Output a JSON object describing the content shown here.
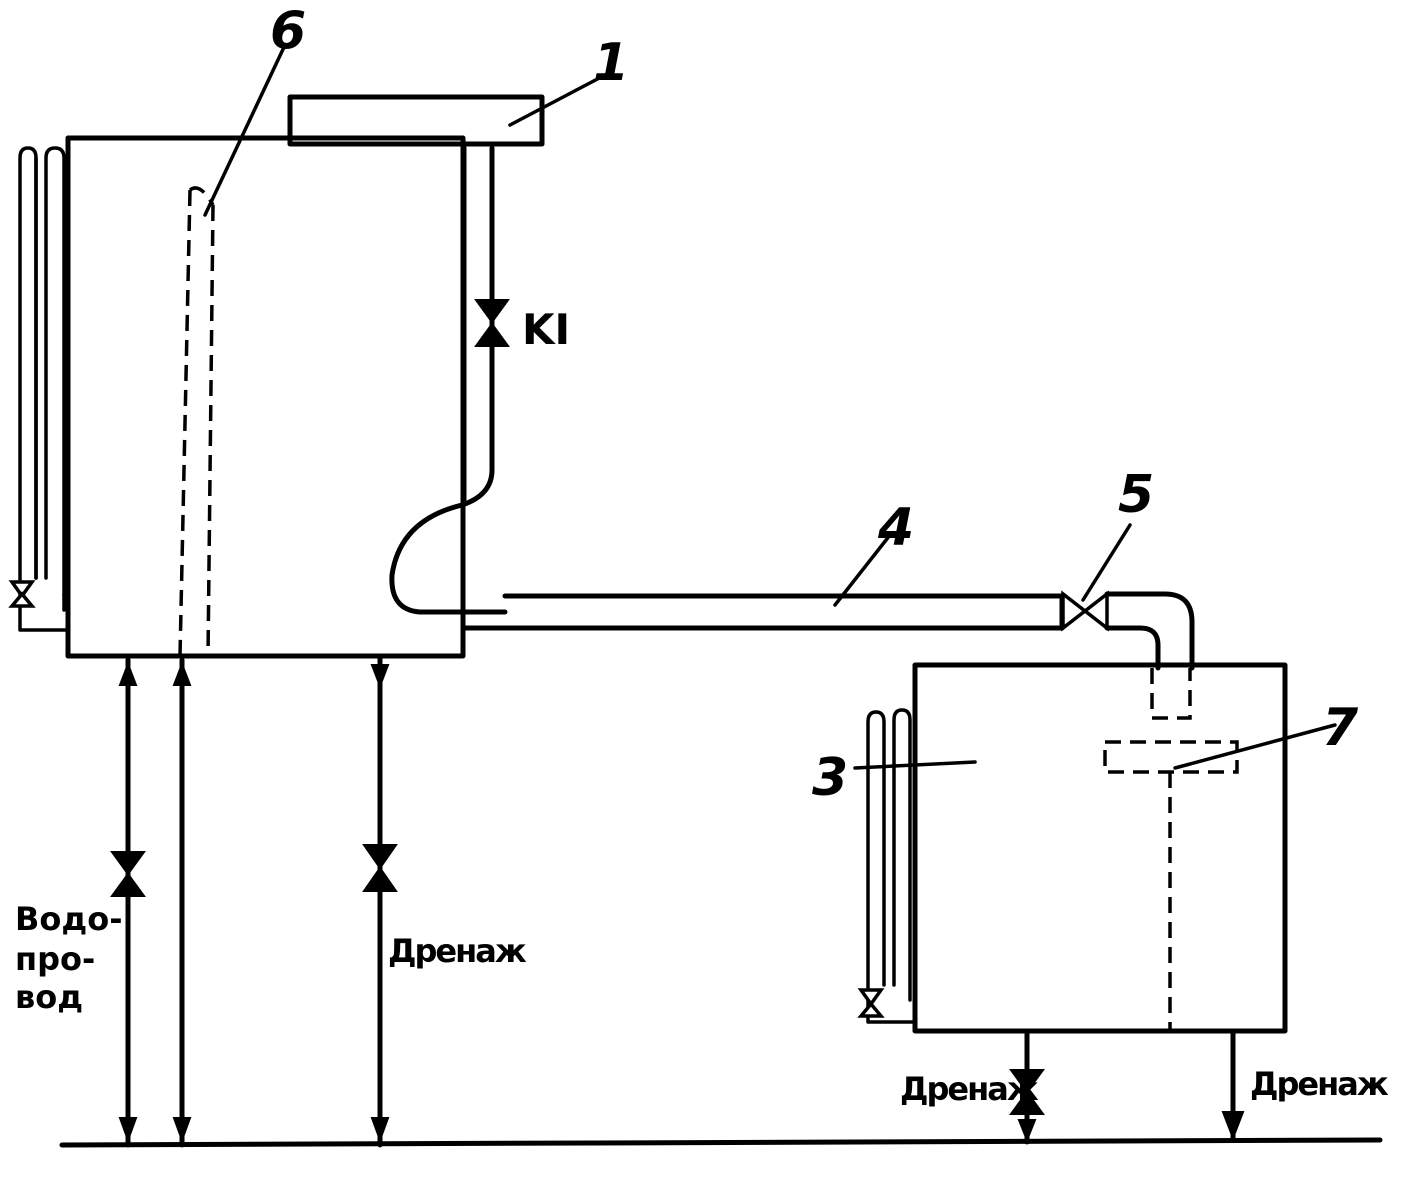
{
  "callouts": {
    "c1": "1",
    "c3": "3",
    "c4": "4",
    "c5": "5",
    "c6": "6",
    "c7": "7"
  },
  "valve_label": "KI",
  "water_supply": [
    "Водо-",
    "про-",
    "вод"
  ],
  "drain_labels": [
    "Дренаж",
    "Дренаж",
    "Дренаж"
  ]
}
